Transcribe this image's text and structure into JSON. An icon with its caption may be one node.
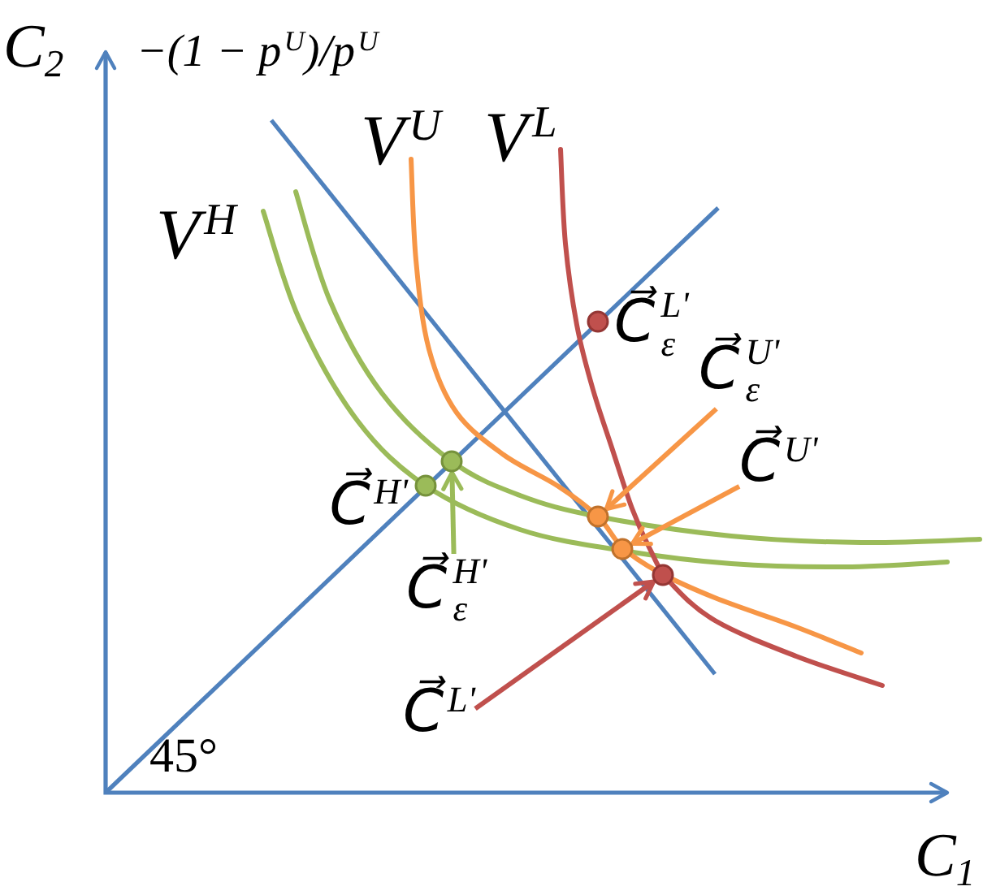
{
  "diagram": {
    "nodes": [
      {
        "text": [],
        "shape": "circle",
        "beside": [
          "C⃗$^{L'}$$_{ε}$"
        ]
      },
      {
        "text": [
          "C⃗$^{U'}$$_{ε}$"
        ]
      },
      {
        "text": [
          "C⃗$^{U'}$"
        ]
      },
      {
        "text": [],
        "shape": "circle"
      },
      {
        "text": [],
        "shape": "circle",
        "beside": [
          "C⃗$^{H'}$"
        ]
      },
      {
        "text": [],
        "shape": "circle"
      },
      {
        "text": [],
        "shape": "circle"
      },
      {
        "text": [],
        "shape": "circle"
      },
      {
        "text": [
          "C⃗$^{H'}$$_{ε}$"
        ]
      },
      {
        "text": [
          "C⃗$^{L'}$"
        ]
      }
    ],
    "edges": [
      {
        "from": 1,
        "to": 5,
        "arrow": "to",
        "color": "#f79646"
      },
      {
        "from": 2,
        "to": 6,
        "arrow": "to",
        "color": "#f79646"
      },
      {
        "from": 8,
        "to": 3,
        "arrow": "to",
        "color": "#9bbb59"
      },
      {
        "from": 9,
        "to": 7,
        "arrow": "to",
        "color": "#c0504d"
      }
    ],
    "labels": [
      "C$_{2}$",
      "−(1 − p$^{U}$)/p$^{U}$",
      "V$^{U}$",
      "V$^{L}$",
      "V$^{H}$",
      "45°",
      "C$_{1}$"
    ]
  }
}
